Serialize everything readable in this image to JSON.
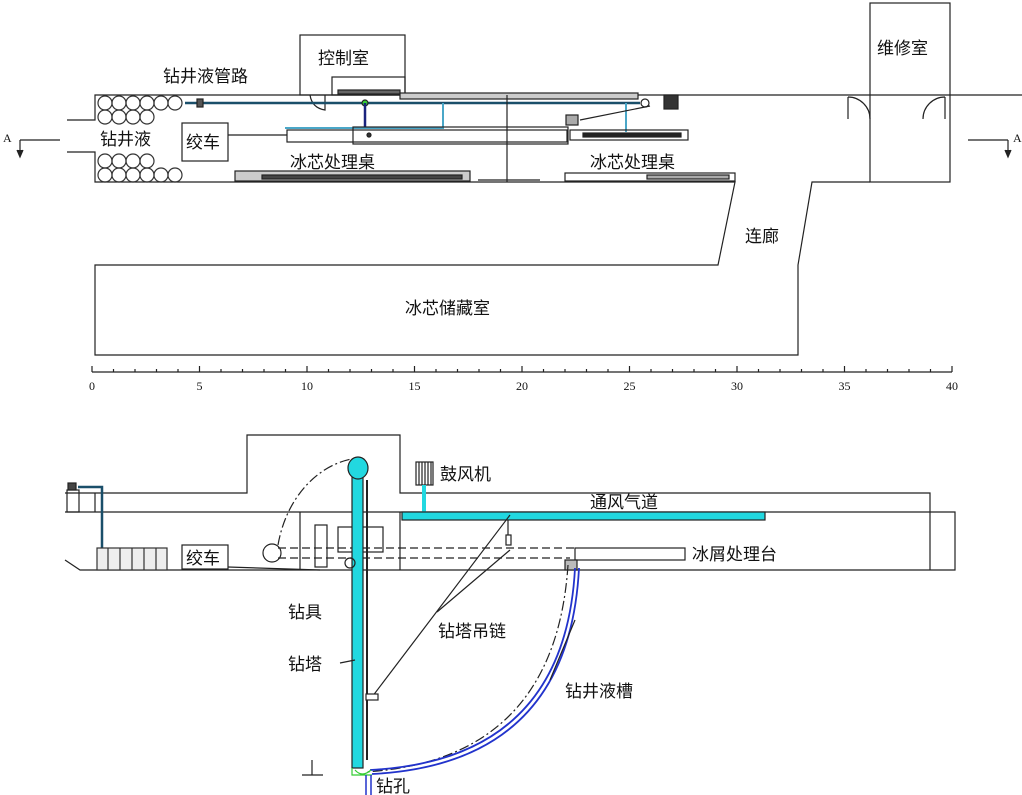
{
  "plan": {
    "control_room": "控制室",
    "maintenance_room": "维修室",
    "fluid_pipeline": "钻井液管路",
    "drilling_fluid": "钻井液",
    "winch": "绞车",
    "core_table_1": "冰芯处理桌",
    "core_table_2": "冰芯处理桌",
    "corridor": "连廊",
    "core_storage": "冰芯储藏室",
    "section_mark_left": "A",
    "section_mark_right": "A"
  },
  "scale": {
    "ticks": [
      "0",
      "5",
      "10",
      "15",
      "20",
      "25",
      "30",
      "35",
      "40"
    ],
    "max": 40
  },
  "section": {
    "blower": "鼓风机",
    "air_duct": "通风气道",
    "winch": "绞车",
    "chip_table": "冰屑处理台",
    "drill_tool": "钻具",
    "tower_chain": "钻塔吊链",
    "tower": "钻塔",
    "fluid_trough": "钻井液槽",
    "borehole": "钻孔"
  },
  "colors": {
    "cyan": "#22d8e0",
    "blue": "#2233cc",
    "line": "#222222"
  }
}
